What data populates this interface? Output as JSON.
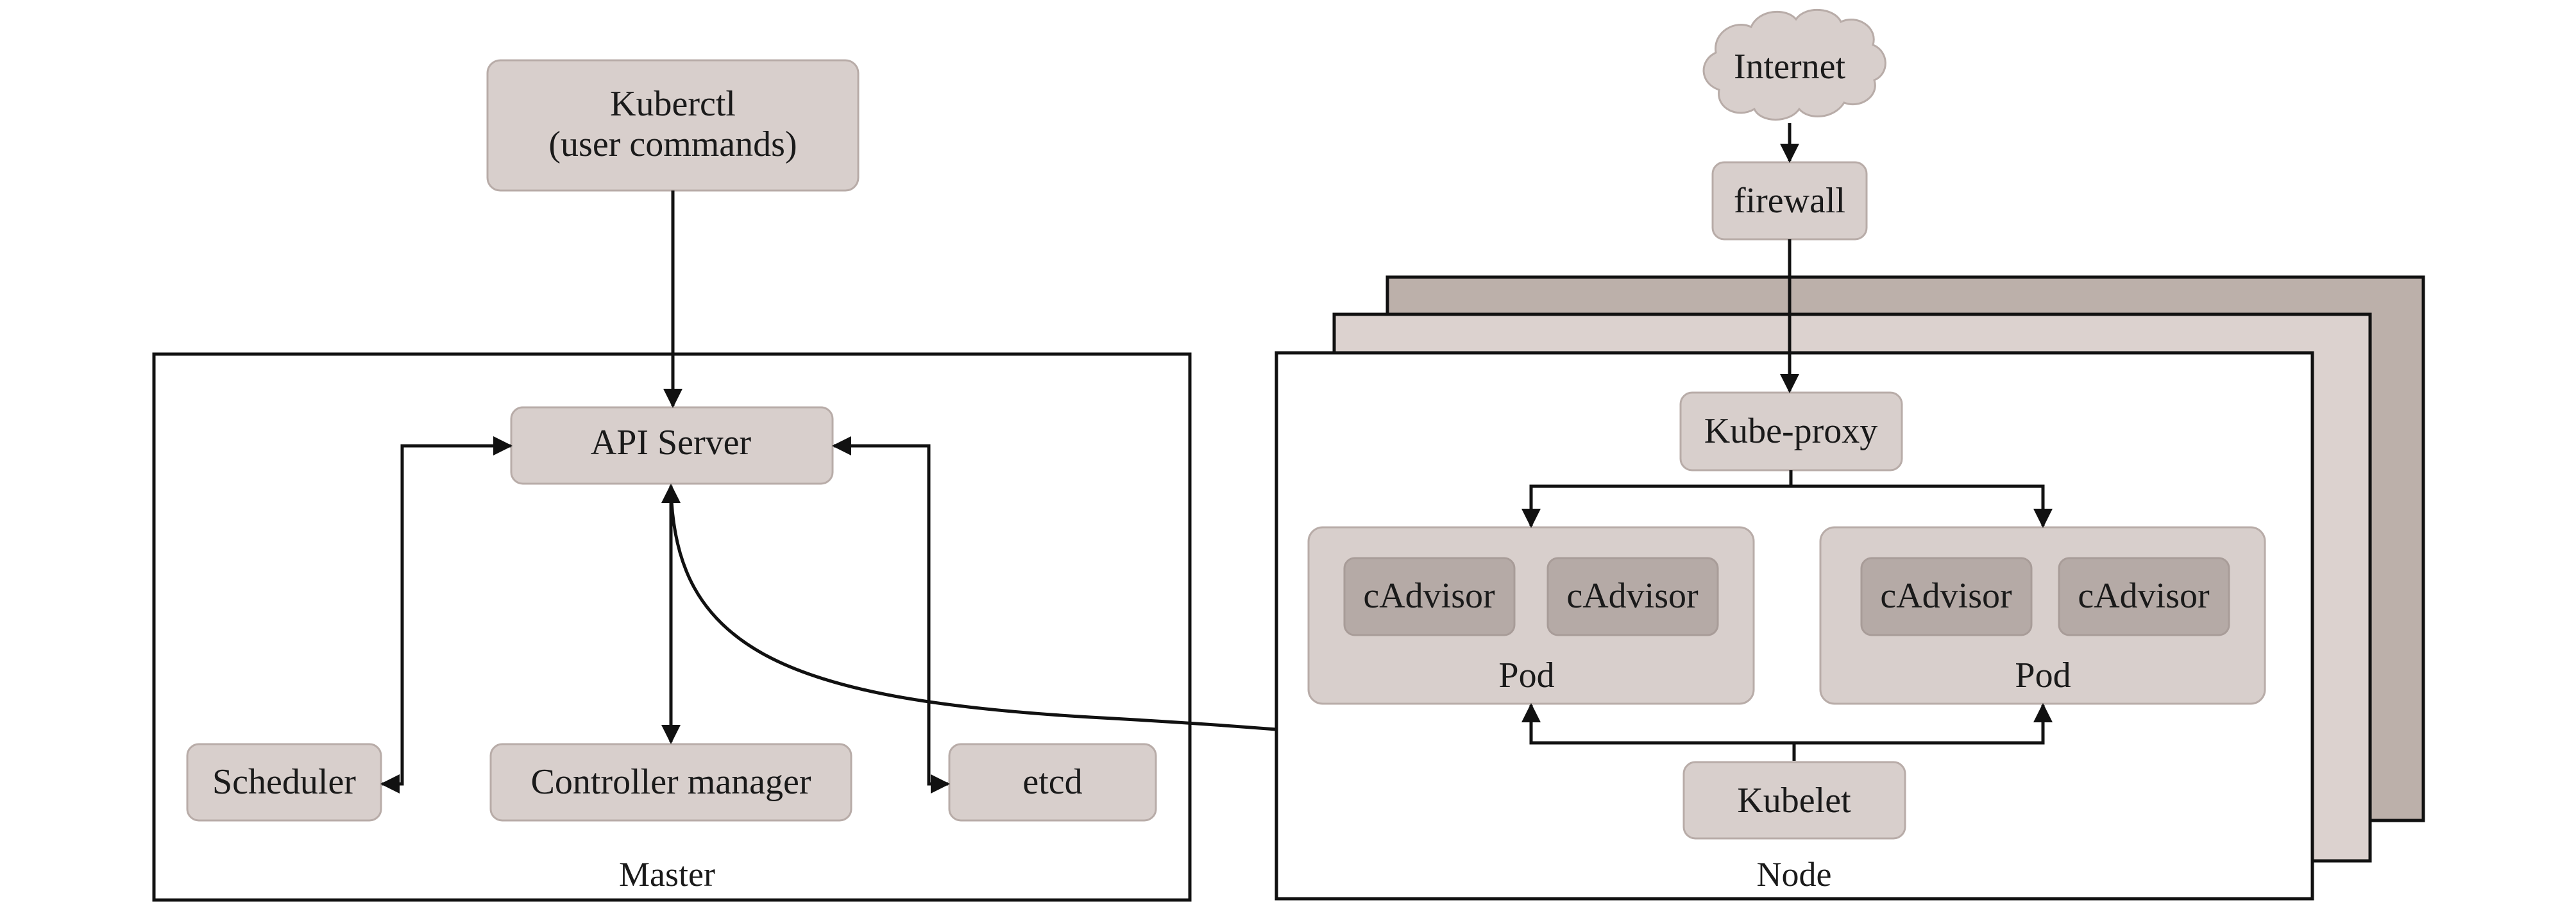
{
  "master": {
    "title": "Master",
    "kubectl_line1": "Kuberctl",
    "kubectl_line2": "(user commands)",
    "api_server": "API Server",
    "scheduler": "Scheduler",
    "controller_manager": "Controller manager",
    "etcd": "etcd"
  },
  "node": {
    "title": "Node",
    "internet": "Internet",
    "firewall": "firewall",
    "kube_proxy": "Kube-proxy",
    "kubelet": "Kubelet",
    "pods": [
      {
        "label": "Pod",
        "containers": [
          "cAdvisor",
          "cAdvisor"
        ]
      },
      {
        "label": "Pod",
        "containers": [
          "cAdvisor",
          "cAdvisor"
        ]
      }
    ]
  },
  "colors": {
    "box_fill": "#d8cfcc",
    "box_stroke": "#b8aca8",
    "inner_fill": "#b5aaa6",
    "back_sheet_1": "#bcb0aa",
    "back_sheet_2": "#dcd2cf",
    "line": "#111111"
  }
}
